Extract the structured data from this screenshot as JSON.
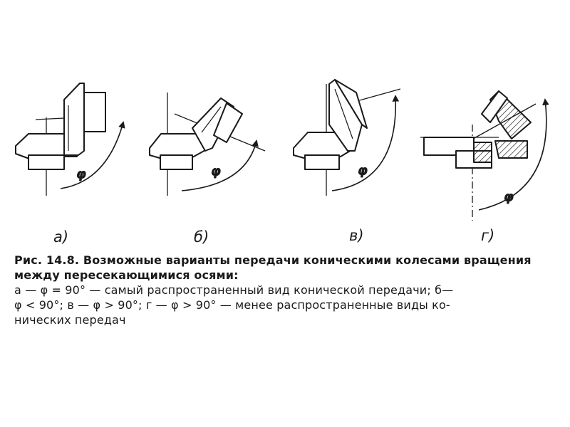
{
  "figure": {
    "labels": {
      "a": "а)",
      "b": "б)",
      "v": "в)",
      "g": "г)"
    },
    "angle_symbol": "φ"
  },
  "caption": {
    "lead": "Рис. 14.8. Возможные варианты передачи коническими колесами вращения",
    "lead2": "между пересекающимися осями:",
    "line3": "а — φ = 90° — самый распространенный вид конической передачи; б—",
    "line4": "φ < 90°; в — φ > 90°; г — φ > 90° — менее распространенные виды ко-",
    "line5": "нических передач"
  }
}
